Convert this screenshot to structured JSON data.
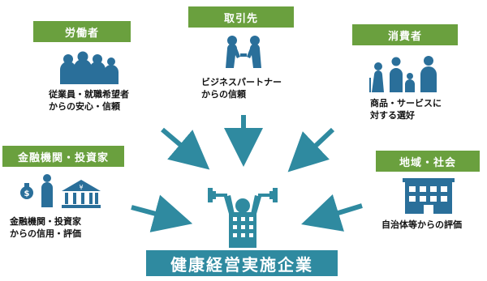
{
  "diagram": {
    "center": {
      "title": "健康経営実施企業",
      "icon": "building-dumbbell-icon"
    },
    "stakeholders": [
      {
        "key": "employees",
        "label": "労働者",
        "description_lines": [
          "従業員・就職希望者",
          "からの安心・信頼"
        ],
        "icon": "people-group-icon"
      },
      {
        "key": "partners",
        "label": "取引先",
        "description_lines": [
          "ビジネスパートナー",
          "からの信頼"
        ],
        "icon": "handshake-icon"
      },
      {
        "key": "consumers",
        "label": "消費者",
        "description_lines": [
          "商品・サービスに",
          "対する選好"
        ],
        "icon": "family-icon"
      },
      {
        "key": "finance",
        "label": "金融機関・投資家",
        "description_lines": [
          "金融機関・投資家",
          "からの信用・評価"
        ],
        "icon": "bank-investor-icon"
      },
      {
        "key": "community",
        "label": "地域・社会",
        "description_lines": [
          "自治体等からの評価"
        ],
        "icon": "government-building-icon"
      }
    ],
    "colors": {
      "label_green": "#6aa03e",
      "teal": "#2f8aa0",
      "icon_blue": "#2a6f9a"
    }
  }
}
